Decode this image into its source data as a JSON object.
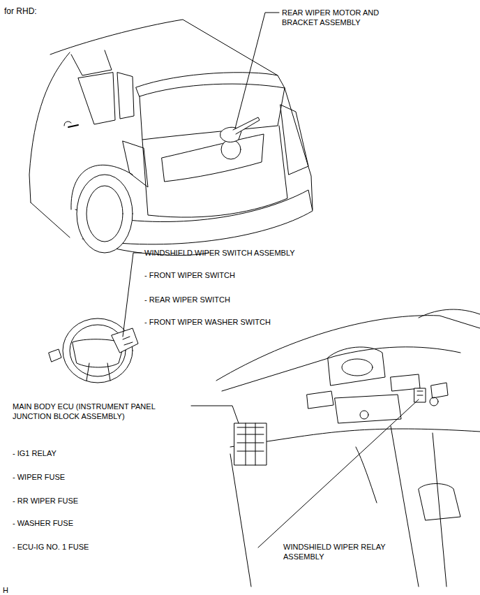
{
  "diagram": {
    "title": "for RHD:",
    "labels": [
      "REAR WIPER MOTOR AND BRACKET ASSEMBLY",
      "WINDSHIELD WIPER SWITCH ASSEMBLY",
      "- FRONT WIPER SWITCH",
      "- REAR WIPER SWITCH",
      "- FRONT WIPER WASHER SWITCH",
      "MAIN BODY ECU (INSTRUMENT PANEL JUNCTION BLOCK ASSEMBLY)",
      "- IG1 RELAY",
      "- WIPER FUSE",
      "- RR WIPER FUSE",
      "- WASHER FUSE",
      "- ECU-IG NO. 1 FUSE",
      "WINDSHIELD WIPER RELAY ASSEMBLY",
      "H"
    ]
  }
}
